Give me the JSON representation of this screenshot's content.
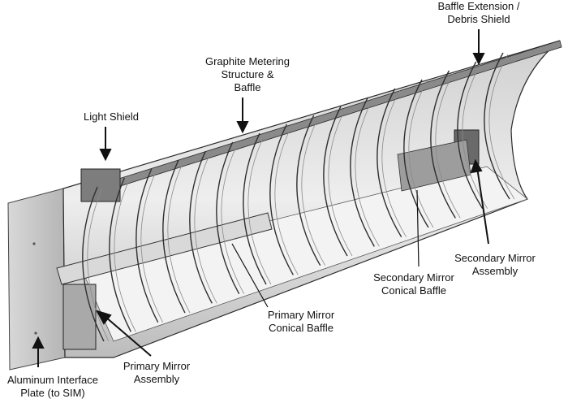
{
  "labels": {
    "baffle_extension": [
      "Baffle Extension /",
      "Debris Shield"
    ],
    "graphite_metering": [
      "Graphite Metering",
      "Structure &",
      "Baffle"
    ],
    "light_shield": [
      "Light Shield"
    ],
    "secondary_mirror_assembly": [
      "Secondary Mirror",
      "Assembly"
    ],
    "secondary_mirror_conical_baffle": [
      "Secondary Mirror",
      "Conical Baffle"
    ],
    "primary_mirror_conical_baffle": [
      "Primary Mirror",
      "Conical Baffle"
    ],
    "primary_mirror_assembly": [
      "Primary Mirror",
      "Assembly"
    ],
    "aluminum_interface_plate": [
      "Aluminum Interface",
      "Plate (to SIM)"
    ]
  },
  "colors": {
    "shell_light": "#e6e6e6",
    "shell_mid": "#bdbdbd",
    "shell_dark": "#6f6f6f",
    "line": "#1e1e1e",
    "text": "#111111"
  }
}
